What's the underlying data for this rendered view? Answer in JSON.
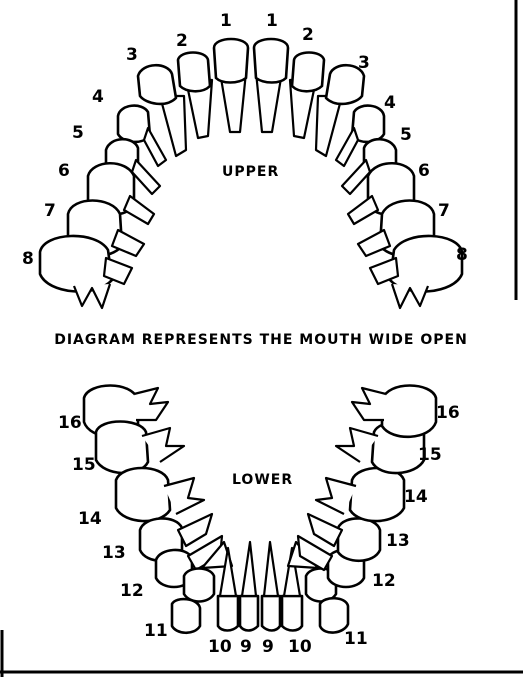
{
  "upper_jaw": {
    "label": "UPPER",
    "left_numbers": [
      "1",
      "2",
      "3",
      "4",
      "5",
      "6",
      "7",
      "8"
    ],
    "right_numbers": [
      "1",
      "2",
      "3",
      "4",
      "5",
      "6",
      "7",
      "8"
    ]
  },
  "caption": "DIAGRAM REPRESENTS THE MOUTH WIDE OPEN",
  "lower_jaw": {
    "label": "LOWER",
    "left_numbers": [
      "16",
      "15",
      "14",
      "13",
      "12",
      "11",
      "10",
      "9"
    ],
    "right_numbers": [
      "16",
      "15",
      "14",
      "13",
      "12",
      "11",
      "10",
      "9"
    ]
  }
}
